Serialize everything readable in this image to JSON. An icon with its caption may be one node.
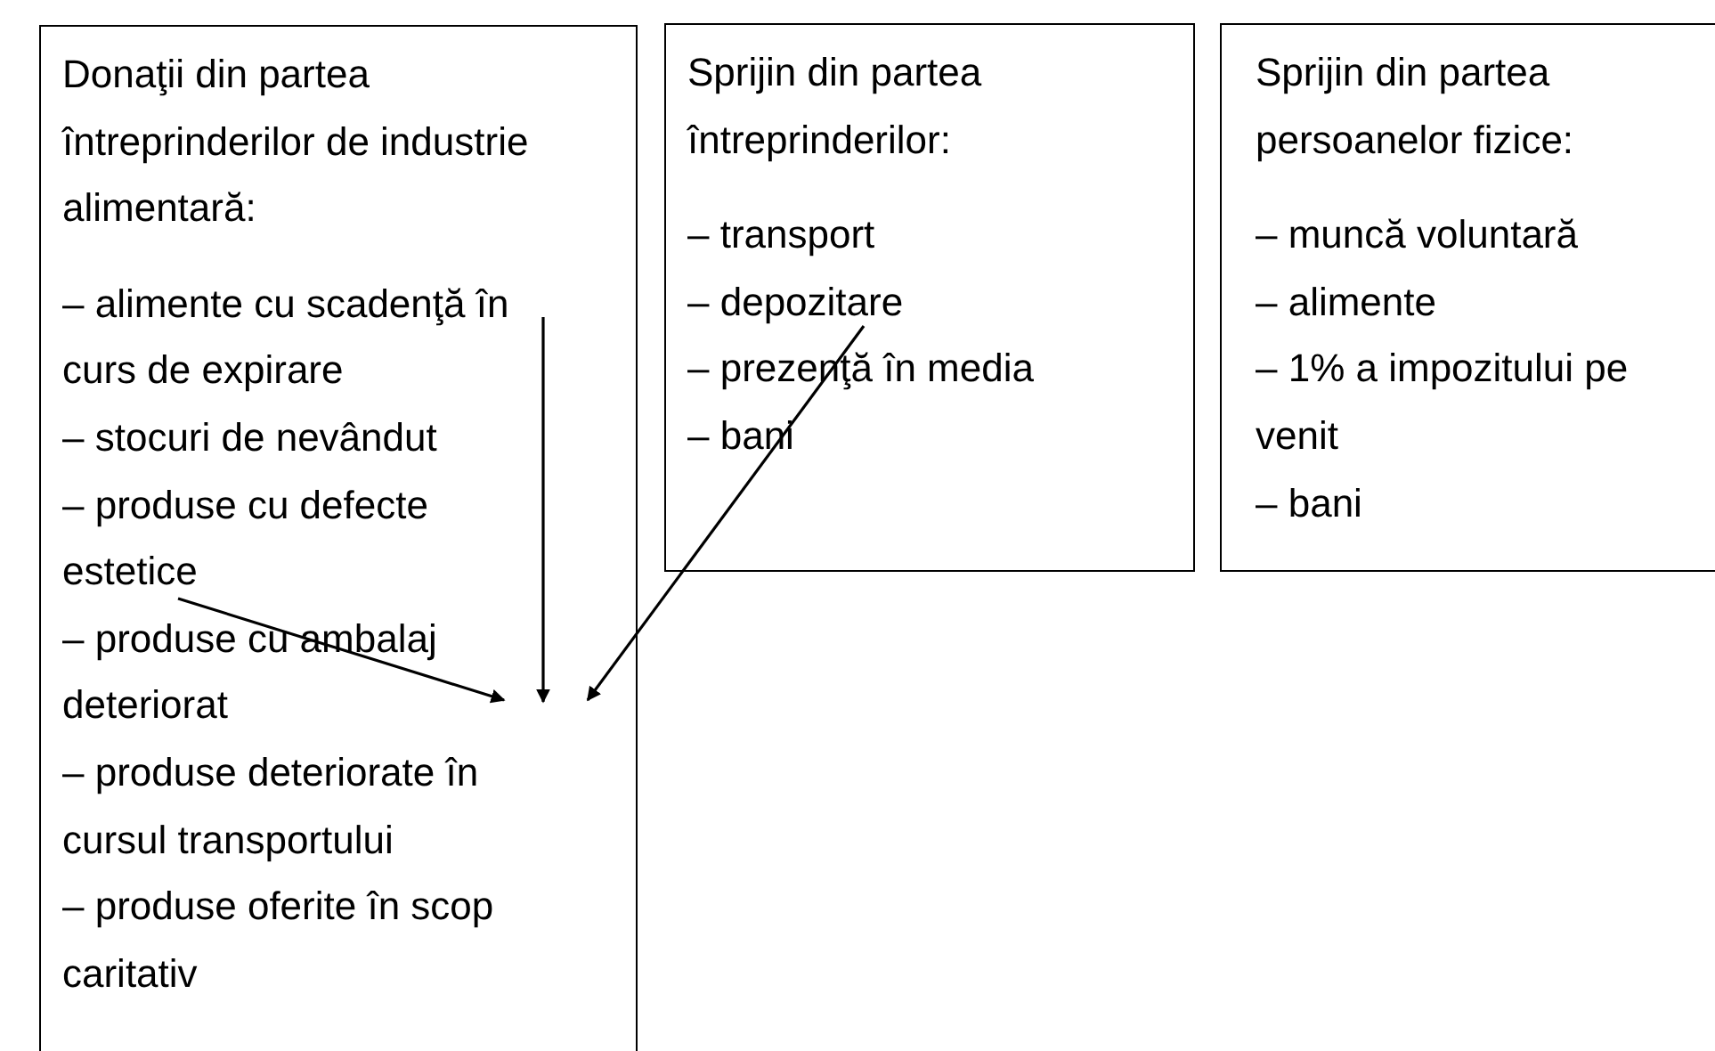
{
  "diagram": {
    "nodes": [
      {
        "text": [
          "Donaţii din partea întreprinderilor de industrie alimentară:",
          "– alimente cu scadenţă în curs de expirare",
          "– stocuri de nevândut",
          "– produse cu defecte estetice",
          "– produse cu ambalaj deteriorat",
          "– produse deteriorate în cursul transportului",
          "– produse oferite în scop caritativ"
        ]
      },
      {
        "text": [
          "Sprijin din partea întreprinderilor:",
          "– transport",
          "– depozitare",
          "– prezenţă în media",
          "– bani"
        ]
      },
      {
        "text": [
          "Sprijin din partea persoanelor fizice:",
          "– muncă voluntară",
          "– alimente",
          "– 1% a impozitului pe venit",
          "– bani"
        ]
      }
    ],
    "edges": [
      {
        "from": null,
        "to": 0,
        "arrow": "to"
      },
      {
        "from": null,
        "to": 0,
        "arrow": "to"
      },
      {
        "from": 1,
        "to": 0,
        "arrow": "to"
      }
    ]
  }
}
